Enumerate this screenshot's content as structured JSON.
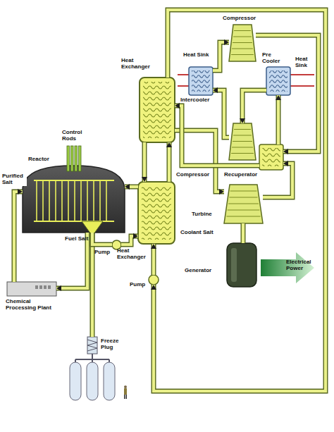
{
  "diagram": {
    "nodes": [
      {
        "text": [
          "Reactor"
        ]
      },
      {
        "text": [
          "Heat Exchanger"
        ]
      },
      {
        "text": [
          "Heat Exchanger"
        ]
      },
      {
        "text": [
          "Turbine"
        ]
      },
      {
        "text": [
          "Generator"
        ]
      },
      {
        "text": [
          "Compressor"
        ]
      },
      {
        "text": [
          "Compressor"
        ]
      },
      {
        "text": [
          "Heat Sink",
          "Intercooler"
        ]
      },
      {
        "text": [
          "Pre Cooler",
          "Heat Sink"
        ]
      },
      {
        "text": [
          "Recuperator"
        ]
      },
      {
        "text": [
          "Chemical Processing Plant"
        ]
      },
      {
        "text": [
          "Freeze Plug"
        ]
      },
      {
        "text": [
          "Pump"
        ]
      },
      {
        "text": [
          "Pump"
        ]
      }
    ],
    "edges": [
      {
        "from": 10,
        "to": 0,
        "arrow": "to",
        "label": "Purified Salt"
      },
      {
        "from": 0,
        "to": 10,
        "arrow": "to"
      },
      {
        "from": 0,
        "to": 11,
        "arrow": "none"
      },
      {
        "from": 0,
        "to": 12,
        "arrow": "none"
      },
      {
        "from": 12,
        "to": 2,
        "arrow": "to"
      },
      {
        "from": 2,
        "to": 0,
        "arrow": "to"
      },
      {
        "from": 2,
        "to": 1,
        "arrow": "to"
      },
      {
        "from": 1,
        "to": 2,
        "arrow": "to"
      },
      {
        "from": 1,
        "to": 13,
        "arrow": "to"
      },
      {
        "from": 13,
        "to": 2,
        "arrow": "to"
      },
      {
        "from": 1,
        "to": 3,
        "arrow": "to"
      },
      {
        "from": 3,
        "to": 9,
        "arrow": "to"
      },
      {
        "from": 9,
        "to": 8,
        "arrow": "to"
      },
      {
        "from": 8,
        "to": 6,
        "arrow": "to"
      },
      {
        "from": 6,
        "to": 7,
        "arrow": "to"
      },
      {
        "from": 7,
        "to": 5,
        "arrow": "to"
      },
      {
        "from": 5,
        "to": 9,
        "arrow": "to"
      },
      {
        "from": 9,
        "to": 1,
        "arrow": "to"
      },
      {
        "from": 3,
        "to": 4,
        "arrow": "none"
      }
    ],
    "labels": [
      "Control Rods",
      "Fuel Salt",
      "Coolant Salt",
      "Electrical Power"
    ]
  }
}
